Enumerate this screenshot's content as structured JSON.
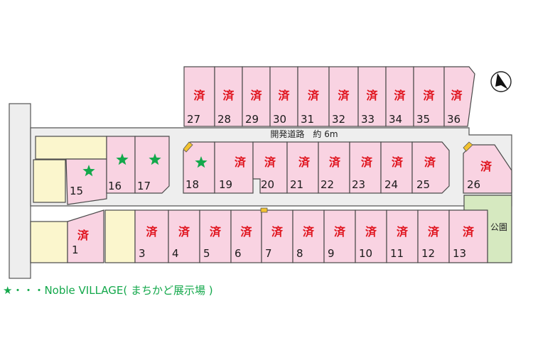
{
  "map": {
    "sold_mark": "済",
    "road_label": "開発道路　約 6m",
    "park_label": "公園",
    "colors": {
      "lot": "#f9d3e2",
      "yellow": "#fbf6cd",
      "road": "#eeeeee",
      "park": "#d6e9c0",
      "star": "#13a84b",
      "sold": "#e0141e"
    },
    "north_icon": "north-arrow-icon",
    "lots_top": [
      {
        "num": "27",
        "sold": true
      },
      {
        "num": "28",
        "sold": true
      },
      {
        "num": "29",
        "sold": true
      },
      {
        "num": "30",
        "sold": true
      },
      {
        "num": "31",
        "sold": true
      },
      {
        "num": "32",
        "sold": true
      },
      {
        "num": "33",
        "sold": true
      },
      {
        "num": "34",
        "sold": true
      },
      {
        "num": "35",
        "sold": true
      },
      {
        "num": "36",
        "sold": true
      }
    ],
    "lots_middle": [
      {
        "num": "15",
        "sold": false,
        "model": true
      },
      {
        "num": "16",
        "sold": false,
        "model": true
      },
      {
        "num": "17",
        "sold": false,
        "model": true
      },
      {
        "num": "18",
        "sold": false,
        "model": true
      },
      {
        "num": "19",
        "sold": true
      },
      {
        "num": "20",
        "sold": true
      },
      {
        "num": "21",
        "sold": true
      },
      {
        "num": "22",
        "sold": true
      },
      {
        "num": "23",
        "sold": true
      },
      {
        "num": "24",
        "sold": true
      },
      {
        "num": "25",
        "sold": true
      },
      {
        "num": "26",
        "sold": true
      }
    ],
    "lots_bottom": [
      {
        "num": "1",
        "sold": true
      },
      {
        "num": "3",
        "sold": true
      },
      {
        "num": "4",
        "sold": true
      },
      {
        "num": "5",
        "sold": true
      },
      {
        "num": "6",
        "sold": true
      },
      {
        "num": "7",
        "sold": true
      },
      {
        "num": "8",
        "sold": true
      },
      {
        "num": "9",
        "sold": true
      },
      {
        "num": "10",
        "sold": true
      },
      {
        "num": "11",
        "sold": true
      },
      {
        "num": "12",
        "sold": true
      },
      {
        "num": "13",
        "sold": true
      }
    ]
  },
  "legend": {
    "star": "★",
    "text": "・・・Noble VILLAGE( まちかど展示場 )"
  }
}
